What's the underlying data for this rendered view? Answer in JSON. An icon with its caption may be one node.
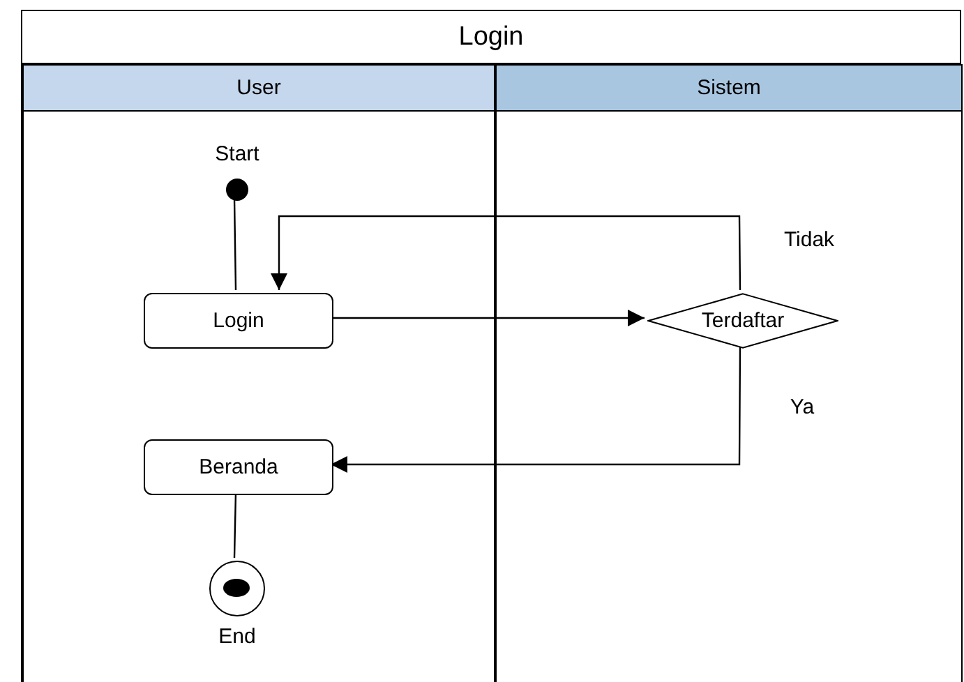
{
  "diagram": {
    "nodes": [
      {
        "text": [
          "Login"
        ]
      },
      {
        "text": [
          "User"
        ],
        "in": 0
      },
      {
        "text": [
          "Sistem"
        ],
        "in": 0
      },
      {
        "text": [],
        "shape": "circle",
        "beside": [
          "Start"
        ],
        "in": 1
      },
      {
        "text": [
          "Login"
        ],
        "in": 1
      },
      {
        "text": [
          "Terdaftar"
        ],
        "in": 2
      },
      {
        "text": [
          "Beranda"
        ],
        "in": 1
      },
      {
        "text": [],
        "shape": "circle",
        "beside": [
          "End"
        ],
        "in": 1
      }
    ],
    "edges": [
      {
        "from": 3,
        "to": 4,
        "arrow": "none"
      },
      {
        "from": 4,
        "to": 5,
        "arrow": "to"
      },
      {
        "from": 5,
        "to": 4,
        "arrow": "to",
        "label": "Tidak"
      },
      {
        "from": 5,
        "to": 6,
        "arrow": "to",
        "label": "Ya"
      },
      {
        "from": 6,
        "to": 7,
        "arrow": "none"
      }
    ]
  }
}
